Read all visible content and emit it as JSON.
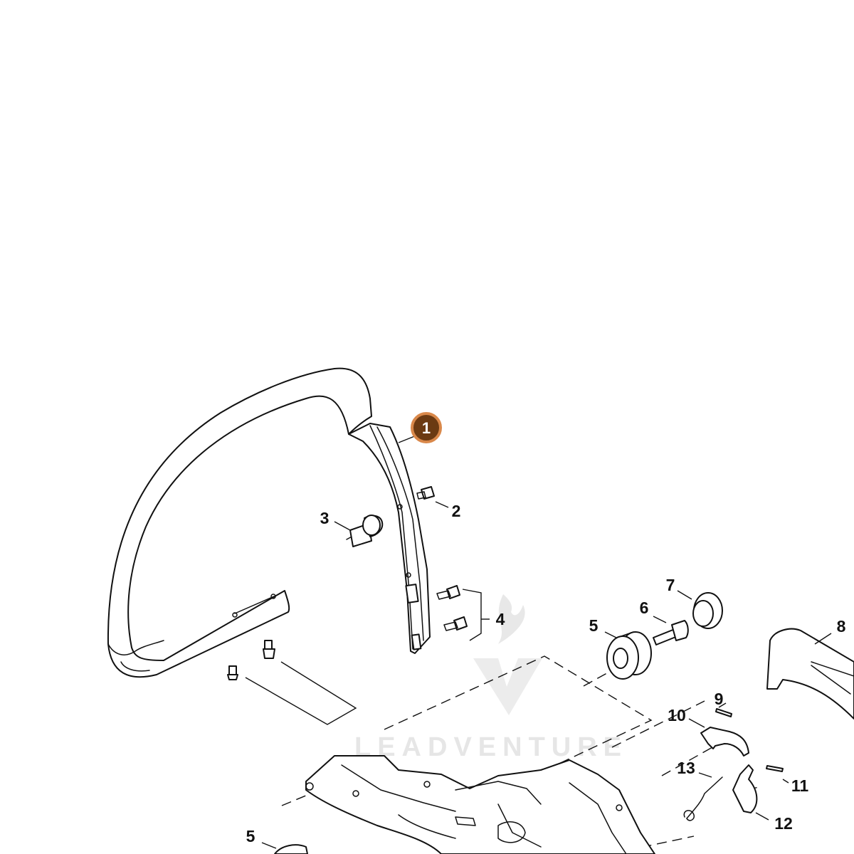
{
  "diagram": {
    "labels": {
      "l1": "1",
      "l2": "2",
      "l3": "3",
      "l4": "4",
      "l5a": "5",
      "l5b": "5",
      "l6": "6",
      "l7": "7",
      "l8": "8",
      "l9": "9",
      "l10": "10",
      "l11": "11",
      "l12": "12",
      "l13": "13"
    },
    "watermark": "LEADVENTURE",
    "colors": {
      "line": "#111111",
      "highlight_fill": "#6b3a12",
      "highlight_ring": "#d9884a",
      "watermark": "#e4e4e4"
    }
  }
}
